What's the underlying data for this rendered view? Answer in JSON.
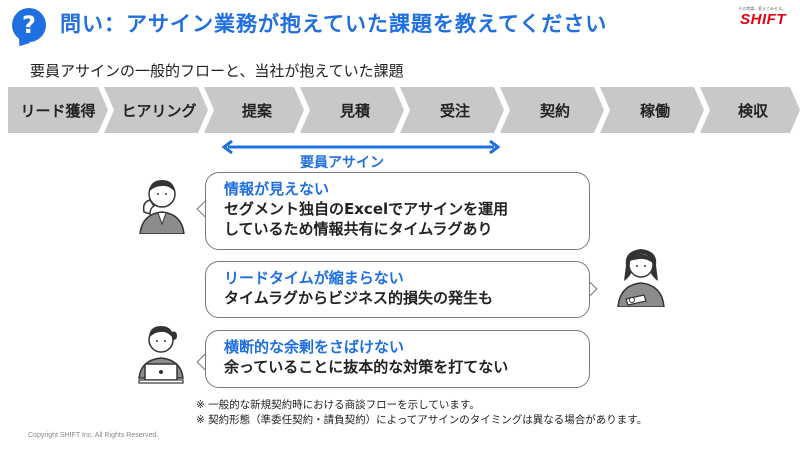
{
  "header": {
    "badge_text": "?",
    "title": "問い：アサイン業務が抱えていた課題を教えてください"
  },
  "logo": {
    "tagline": "その常識、変えてみせる。",
    "text": "SHIFT",
    "color": "#e60012"
  },
  "subtitle": "要員アサインの一般的フローと、当社が抱えていた課題",
  "flow": {
    "steps": [
      "リード獲得",
      "ヒアリング",
      "提案",
      "見積",
      "受注",
      "契約",
      "稼働",
      "検収"
    ],
    "assign_label": "要員アサイン"
  },
  "issues": [
    {
      "heading": "情報が見えない",
      "lines": [
        "セグメント独自のExcelでアサインを運用",
        "しているため情報共有にタイムラグあり"
      ]
    },
    {
      "heading": "リードタイムが縮まらない",
      "lines": [
        "タイムラグからビジネス的損失の発生も"
      ]
    },
    {
      "heading": "横断的な余剰をさばけない",
      "lines": [
        "余っていることに抜本的な対策を打てない"
      ]
    }
  ],
  "notes": [
    "※ 一般的な新規契約時における商談フローを示しています。",
    "※ 契約形態（準委任契約・請負契約）によってアサインのタイミングは異なる場合があります。"
  ],
  "copyright": "Copyright SHIFT Inc, All Rights Reserved.",
  "colors": {
    "accent": "#1f6fe0",
    "step_bg": "#c8c8c8"
  }
}
